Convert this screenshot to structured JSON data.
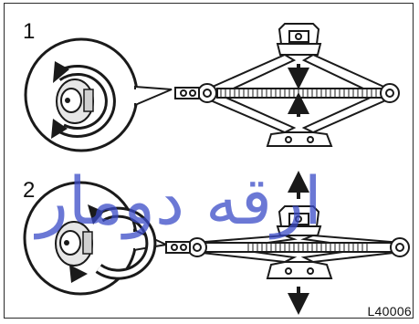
{
  "steps": [
    {
      "number": "1",
      "direction": "lower"
    },
    {
      "number": "2",
      "direction": "raise"
    }
  ],
  "figure_code": "L40006",
  "watermark_text": "ﺍﺭﻗﻪ ﺩﻭﻣﺎﺭ",
  "colors": {
    "line": "#1a1a1a",
    "shade": "#cfcfcf",
    "watermark": "#3a4bc8"
  }
}
